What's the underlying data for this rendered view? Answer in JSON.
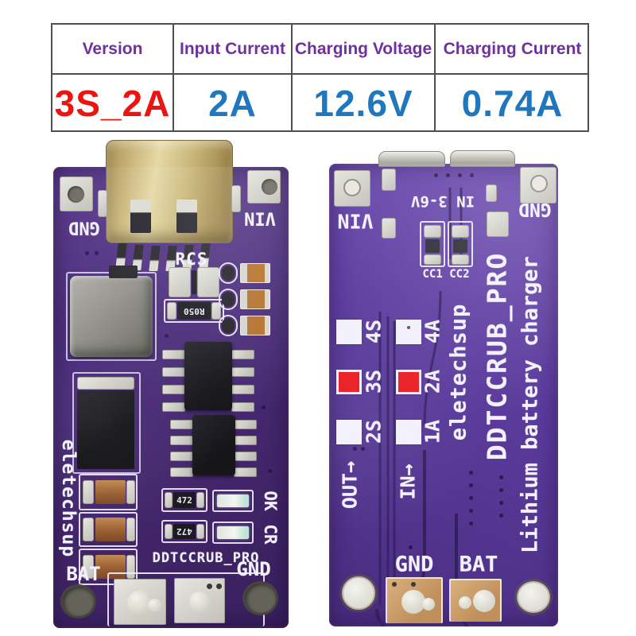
{
  "colors": {
    "header-purple": "#7030a0",
    "value-blue": "#2077bd",
    "value-red": "#ec1411",
    "silk": "#f3f1fc",
    "red-mark": "#ea1c22",
    "front-pcb": "#4a2c7c",
    "back-pcb": "#5d3da0",
    "gold": "#cdbb80",
    "silver": "#d7d7d0",
    "copper": "#c79a67"
  },
  "spec_table": {
    "columns": [
      {
        "header": "Version",
        "value": "3S_2A",
        "value_color": "#ec1411"
      },
      {
        "header": "Input Current",
        "value": "2A",
        "value_color": "#2077bd"
      },
      {
        "header": "Charging Voltage",
        "value": "12.6V",
        "value_color": "#2077bd"
      },
      {
        "header": "Charging Current",
        "value": "0.74A",
        "value_color": "#2077bd"
      }
    ]
  },
  "front_board": {
    "top_left_label": "GND",
    "top_right_label": "VIN",
    "rcs_label": "RCS",
    "r050_label": "R050",
    "resistor_top_label": "472",
    "resistor_bottom_label": "472",
    "ok_label": "OK",
    "cr_label": "CR",
    "brand": "eletechsup",
    "model": "DDTCCRUB_PRO",
    "bat_label": "BAT",
    "gnd_label": "GND"
  },
  "back_board": {
    "top_left_label": "VIN",
    "top_center_label": "IN 3-6V",
    "top_right_label": "GND",
    "cc_label": "CC1 CC2",
    "out_header": "OUT→",
    "in_header": "IN→",
    "out_options": [
      {
        "label": "4S",
        "selected": false
      },
      {
        "label": "3S",
        "selected": true
      },
      {
        "label": "2S",
        "selected": false
      }
    ],
    "in_options": [
      {
        "label": "4A",
        "selected": false
      },
      {
        "label": "2A",
        "selected": true
      },
      {
        "label": "1A",
        "selected": false
      }
    ],
    "brand": "eletechsup",
    "model": "DDTCCRUB_PRO",
    "title": "Lithium battery charger",
    "gnd_label": "GND",
    "bat_label": "BAT"
  }
}
